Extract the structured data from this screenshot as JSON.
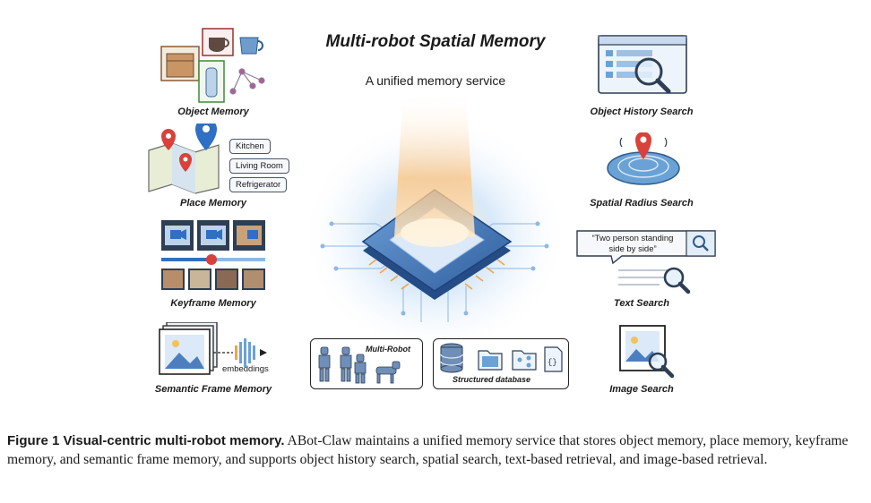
{
  "title": "Multi-robot Spatial Memory",
  "subtitle": "A unified memory service",
  "left_modules": {
    "object": "Object Memory",
    "place": "Place Memory",
    "keyframe": "Keyframe Memory",
    "semantic": "Semantic Frame Memory"
  },
  "place_tags": [
    "Kitchen",
    "Living Room",
    "Refrigerator"
  ],
  "embeddings_label": "embeddings",
  "right_modules": {
    "history": "Object History Search",
    "radius": "Spatial Radius Search",
    "text": "Text Search",
    "image": "Image Search"
  },
  "text_query": [
    "“Two person standing",
    "side by side”"
  ],
  "bottom": {
    "multi_robot": "Multi-Robot",
    "database": "Structured database"
  },
  "caption": {
    "label": "Figure 1  Visual-centric multi-robot memory.",
    "text": " ABot-Claw maintains a unified memory service that stores object memory, place memory, keyframe memory, and semantic frame memory, and supports object history search, spatial search, text-based retrieval, and image-based retrieval."
  },
  "colors": {
    "chip_blue": "#3f6fb3",
    "glow": "#f5a24a",
    "pin_red": "#d9413a",
    "pin_blue": "#2f6fc4"
  }
}
